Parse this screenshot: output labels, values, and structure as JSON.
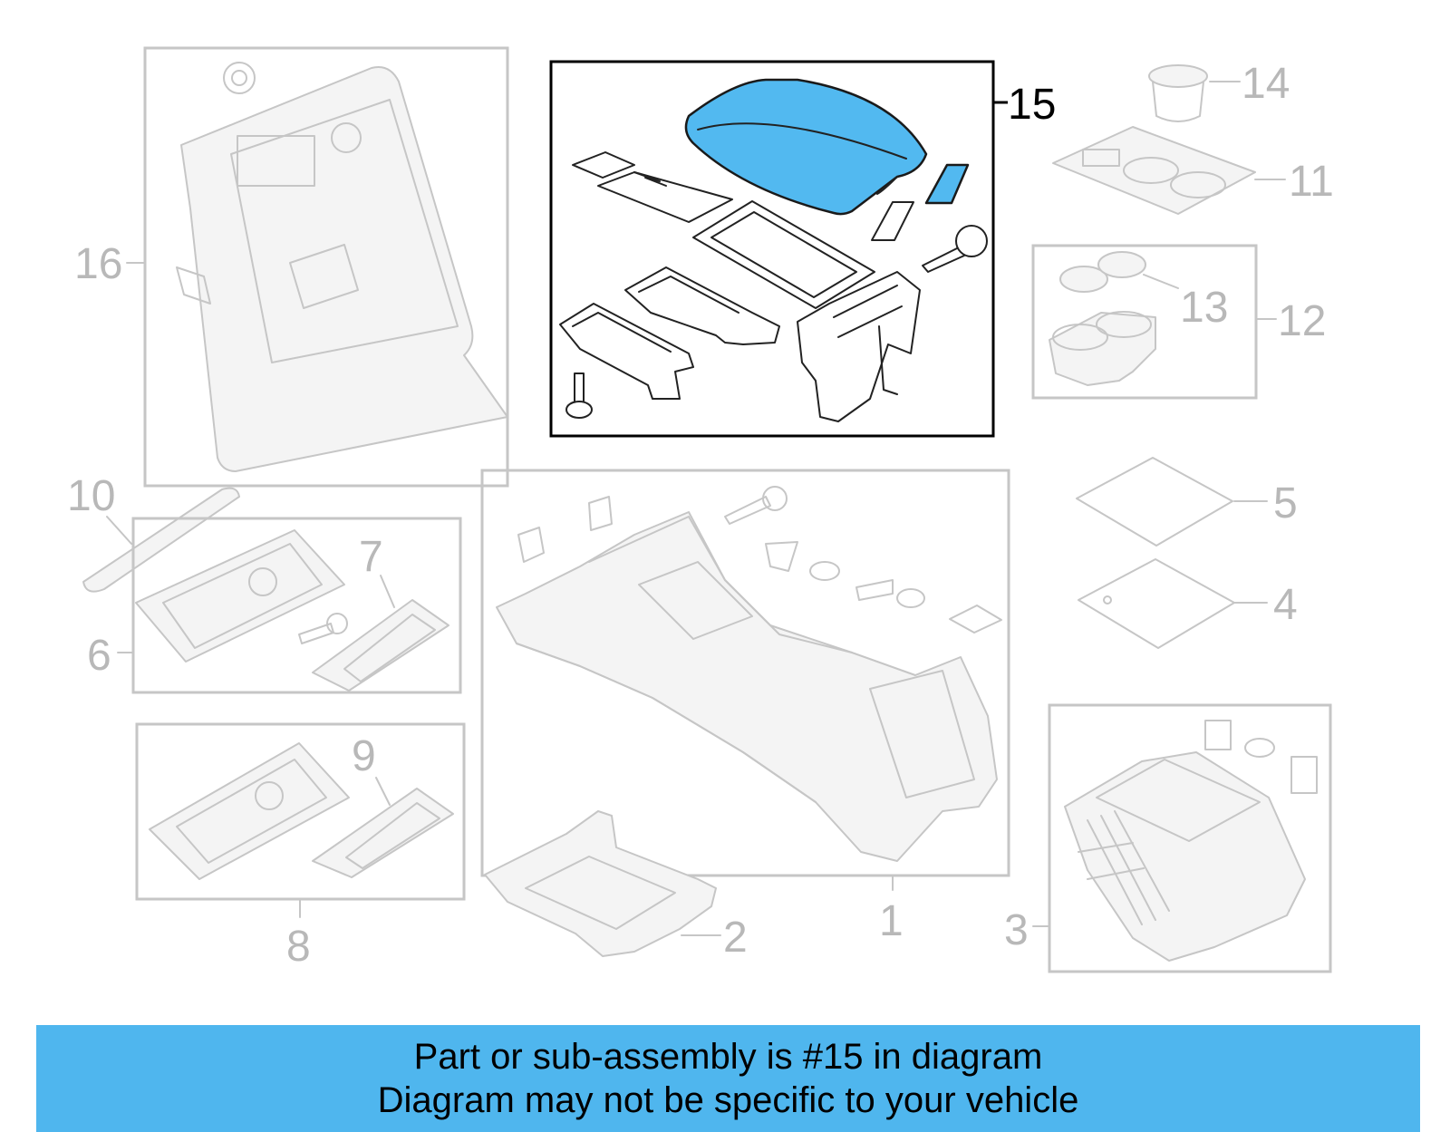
{
  "diagram": {
    "callouts": {
      "c1": "1",
      "c2": "2",
      "c3": "3",
      "c4": "4",
      "c5": "5",
      "c6": "6",
      "c7": "7",
      "c8": "8",
      "c9": "9",
      "c10": "10",
      "c11": "11",
      "c12": "12",
      "c13": "13",
      "c14": "14",
      "c15": "15",
      "c16": "16"
    },
    "highlight_part": "15",
    "colors": {
      "highlight": "#52b9f0",
      "banner": "#4fb6ee",
      "inactive_part": "#c6c6c6"
    }
  },
  "banner": {
    "line1": "Part or sub-assembly is #15 in diagram",
    "line2": "Diagram may not be specific to your vehicle"
  }
}
